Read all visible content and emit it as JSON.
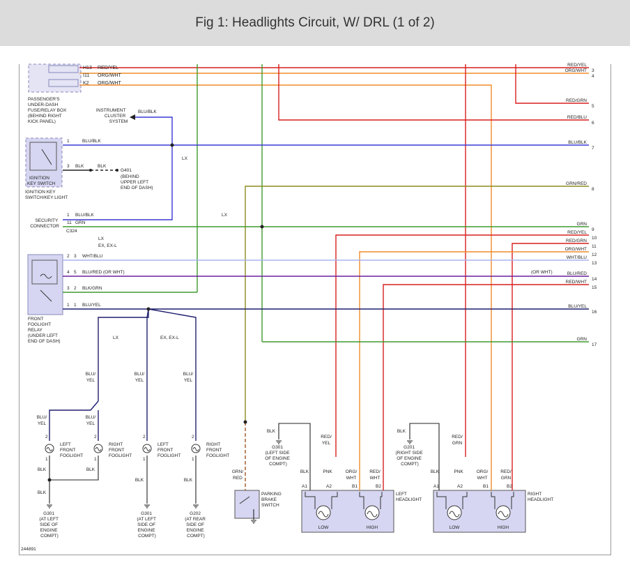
{
  "title": "Fig 1: Headlights Circuit, W/ DRL (1 of 2)",
  "figure_id": "244891",
  "components": {
    "pass_fuse_box": [
      "PASSENGER'S",
      "UNDER-DASH",
      "FUSE/RELAY BOX",
      "(BEHIND RIGHT",
      "KICK PANEL)"
    ],
    "instrument_cluster": [
      "INSTRUMENT",
      "CLUSTER",
      "SYSTEM"
    ],
    "ignition_switch": [
      "IGNITION",
      "KEY SWITCH"
    ],
    "ignition_switch_light": [
      "IGNITION KEY",
      "SWITCH/KEY LIGHT"
    ],
    "g401": [
      "G401",
      "(BEHIND",
      "UPPER LEFT",
      "END OF DASH)"
    ],
    "security_connector": [
      "SECURITY",
      "CONNECTOR"
    ],
    "c324": "C324",
    "foglight_relay": [
      "FRONT",
      "FOGLIGHT",
      "RELAY",
      "(UNDER LEFT",
      "END OF DASH)"
    ],
    "lf_fog": [
      "LEFT",
      "FRONT",
      "FOGLIGHT"
    ],
    "rf_fog_a": [
      "RIGHT",
      "FRONT",
      "FOGLIGHT"
    ],
    "lf_fog_b": [
      "LEFT",
      "FRONT",
      "FOGLIGHT"
    ],
    "rf_fog_b": [
      "RIGHT",
      "FRONT",
      "FOGLIGHT"
    ],
    "g301_a": [
      "G301",
      "(AT LEFT",
      "SIDE OF",
      "ENGINE",
      "COMPT)"
    ],
    "g301_b": [
      "G301",
      "(AT LEFT",
      "SIDE OF",
      "ENGINE",
      "COMPT)"
    ],
    "g202": [
      "G202",
      "(AT REAR",
      "SIDE OF",
      "ENGINE",
      "COMPT)"
    ],
    "g301_c": [
      "G301",
      "(LEFT SIDE",
      "OF ENGINE",
      "COMPT)"
    ],
    "g201": [
      "G201",
      "(RIGHT SIDE",
      "OF ENGINE",
      "COMPT)"
    ],
    "parking_brake": [
      "PARKING",
      "BRAKE",
      "SWITCH"
    ],
    "left_headlight": [
      "LEFT",
      "HEADLIGHT"
    ],
    "right_headlight": [
      "RIGHT",
      "HEADLIGHT"
    ],
    "low": "LOW",
    "high": "HIGH"
  },
  "fuse_pins": [
    {
      "pin": "H13",
      "wire": "RED/YEL"
    },
    {
      "pin": "I11",
      "wire": "ORG/WHT"
    },
    {
      "pin": "K2",
      "wire": "ORG/WHT"
    }
  ],
  "right_edge_wires": [
    {
      "label": "RED/YEL",
      "num": "3"
    },
    {
      "label": "ORG/WHT",
      "num": "4"
    },
    {
      "label": "RED/GRN",
      "num": "5"
    },
    {
      "label": "RED/BLU",
      "num": "6"
    },
    {
      "label": "BLU/BLK",
      "num": "7"
    },
    {
      "label": "GRN/RED",
      "num": "8"
    },
    {
      "label": "GRN",
      "num": "9"
    },
    {
      "label": "RED/YEL",
      "num": "10"
    },
    {
      "label": "RED/GRN",
      "num": "11"
    },
    {
      "label": "ORG/WHT",
      "num": "12"
    },
    {
      "label": "WHT/BLU",
      "num": "13"
    },
    {
      "label": "BLU/RED",
      "num": "14"
    },
    {
      "label": "RED/WHT",
      "num": "15"
    },
    {
      "label": "BLU/YEL",
      "num": "16"
    },
    {
      "label": "GRN",
      "num": "17"
    }
  ],
  "wire_labels": {
    "blu_blk": "BLU/BLK",
    "blk": "BLK",
    "grn": "GRN",
    "lx": "LX",
    "ex": "EX, EX-L",
    "wht_blu": "WHT/BLU",
    "blu_red_or_wht": "BLU/RED (OR WHT)",
    "or_wht": "(OR WHT)",
    "blk_grn": "BLK/GRN",
    "blu_yel": "BLU/YEL",
    "blu_yel_v": [
      "BLU/",
      "YEL"
    ],
    "grn_red_v": [
      "GRN/",
      "RED"
    ],
    "red_yel_v": [
      "RED/",
      "YEL"
    ],
    "red_grn_v": [
      "RED/",
      "GRN"
    ],
    "pnk": "PNK",
    "org_wht_v": [
      "ORG/",
      "WHT"
    ],
    "red_wht_v": [
      "RED/",
      "WHT"
    ]
  },
  "pins": {
    "ign1": "1",
    "ign3": "3",
    "sec1": "1",
    "sec11": "11",
    "r23a": "2",
    "r23b": "3",
    "r45a": "4",
    "r45b": "5",
    "r32a": "3",
    "r32b": "2",
    "r11a": "1",
    "r11b": "1",
    "a1": "A1",
    "a2": "A2",
    "b1": "B1",
    "b2": "B2",
    "fog2": "2",
    "fog1": "1"
  },
  "colors": {
    "red": "#d81e1e",
    "orange": "#f08c2a",
    "blue": "#3a3ad6",
    "green": "#3e9a2e",
    "olive": "#8c8c1e",
    "brown": "#a0521e",
    "purple": "#6a1ea0",
    "navy": "#1e1e6e",
    "lightblue": "#a8b4f0",
    "gray": "#888888",
    "compfill": "#d6d6f2",
    "compstroke": "#8888bb"
  }
}
